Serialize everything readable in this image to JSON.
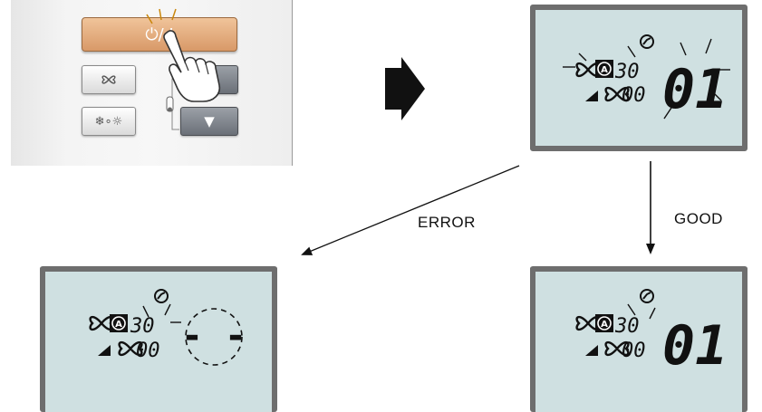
{
  "remote": {
    "power_label": "⏻/ I",
    "fan_icon": "fan-icon",
    "mode_icons": "❄∘☼",
    "down_arrow": "▼",
    "up_arrow": ""
  },
  "lcd_display": {
    "digits": "01",
    "small_top": "30",
    "small_bottom": "00",
    "error_dashes": "- -"
  },
  "labels": {
    "error": "ERROR",
    "good": "GOOD"
  },
  "colors": {
    "lcd_background": "#cfe0e1",
    "lcd_frame": "#6e6e6e",
    "power_button": "#e0a878",
    "segment": "#111111"
  }
}
